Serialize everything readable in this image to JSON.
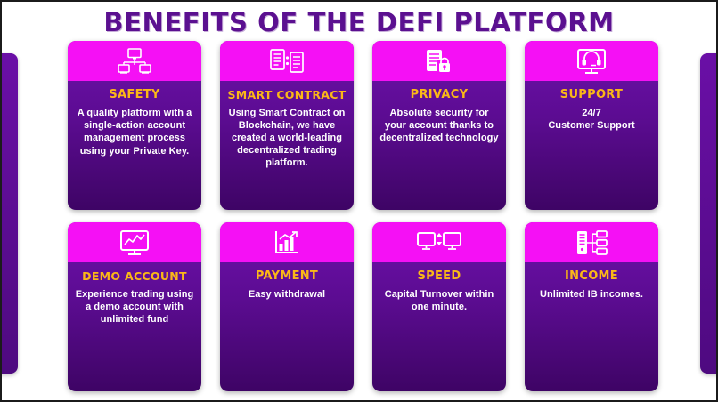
{
  "slide": {
    "title": "BENEFITS OF THE DEFI PLATFORM",
    "accent_magenta": "#f510f5",
    "accent_purple": "#5b1090",
    "accent_gold": "#fbb817",
    "background": "#ffffff"
  },
  "cards": [
    {
      "icon": "network-computers-icon",
      "title": "SAFETY",
      "desc": "A quality platform with a single-action account management process using your Private Key."
    },
    {
      "icon": "contract-documents-icon",
      "title": "SMART CONTRACT",
      "desc": "Using Smart Contract on Blockchain, we have created a world-leading decentralized trading platform."
    },
    {
      "icon": "database-lock-icon",
      "title": "PRIVACY",
      "desc": "Absolute security for your account thanks to decentralized technology"
    },
    {
      "icon": "monitor-headset-icon",
      "title": "SUPPORT",
      "desc": "24/7\nCustomer Support"
    },
    {
      "icon": "monitor-chart-icon",
      "title": "DEMO ACCOUNT",
      "desc": "Experience trading using a demo account with unlimited fund"
    },
    {
      "icon": "bar-chart-growth-icon",
      "title": "PAYMENT",
      "desc": "Easy withdrawal"
    },
    {
      "icon": "two-monitors-transfer-icon",
      "title": "SPEED",
      "desc": "Capital Turnover within one minute."
    },
    {
      "icon": "server-network-icon",
      "title": "INCOME",
      "desc": "Unlimited IB incomes."
    }
  ]
}
